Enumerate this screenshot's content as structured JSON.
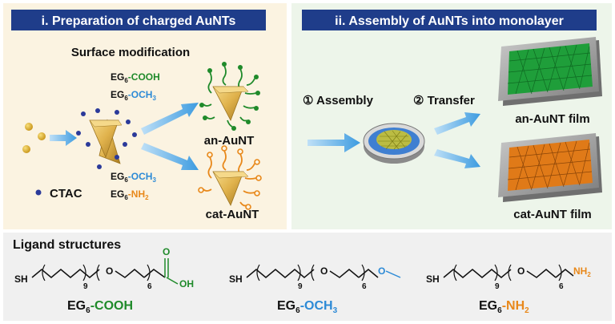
{
  "panel_i": {
    "title": "i. Preparation of charged AuNTs",
    "surface_modification": "Surface modification",
    "ctac_label": "CTAC",
    "an_ligand_1_prefix": "EG",
    "an_ligand_1_sub": "6",
    "an_ligand_1_group": "-COOH",
    "an_ligand_2_prefix": "EG",
    "an_ligand_2_sub": "6",
    "an_ligand_2_group": "-OCH",
    "an_ligand_2_group_sub": "3",
    "cat_ligand_1_prefix": "EG",
    "cat_ligand_1_sub": "6",
    "cat_ligand_1_group": "-OCH",
    "cat_ligand_1_group_sub": "3",
    "cat_ligand_2_prefix": "EG",
    "cat_ligand_2_sub": "6",
    "cat_ligand_2_group": "-NH",
    "cat_ligand_2_group_sub": "2",
    "an_label": "an-AuNT",
    "cat_label": "cat-AuNT"
  },
  "panel_ii": {
    "title": "ii. Assembly of AuNTs into monolayer",
    "step1": "① Assembly",
    "step2": "② Transfer",
    "an_film": "an-AuNT film",
    "cat_film": "cat-AuNT film"
  },
  "ligand_panel": {
    "title": "Ligand structures",
    "sh": "SH",
    "n9": "9",
    "n6": "6",
    "o": "O",
    "oh": "OH",
    "nh2_base": "NH",
    "nh2_sub": "2",
    "l1_prefix": "EG",
    "l1_sub": "6",
    "l1_group": "-COOH",
    "l2_prefix": "EG",
    "l2_sub": "6",
    "l2_group": "-OCH",
    "l2_group_sub": "3",
    "l3_prefix": "EG",
    "l3_sub": "6",
    "l3_group": "-NH",
    "l3_group_sub": "2"
  },
  "colors": {
    "navy": "#1f3d8a",
    "green": "#1f8a2a",
    "blue": "#2c8ad6",
    "orange": "#e8881a",
    "gold": "#d9a63a",
    "panel_i_bg": "#fbf3e1",
    "panel_ii_bg": "#edf5ea",
    "ligand_bg": "#f0f0f0"
  }
}
